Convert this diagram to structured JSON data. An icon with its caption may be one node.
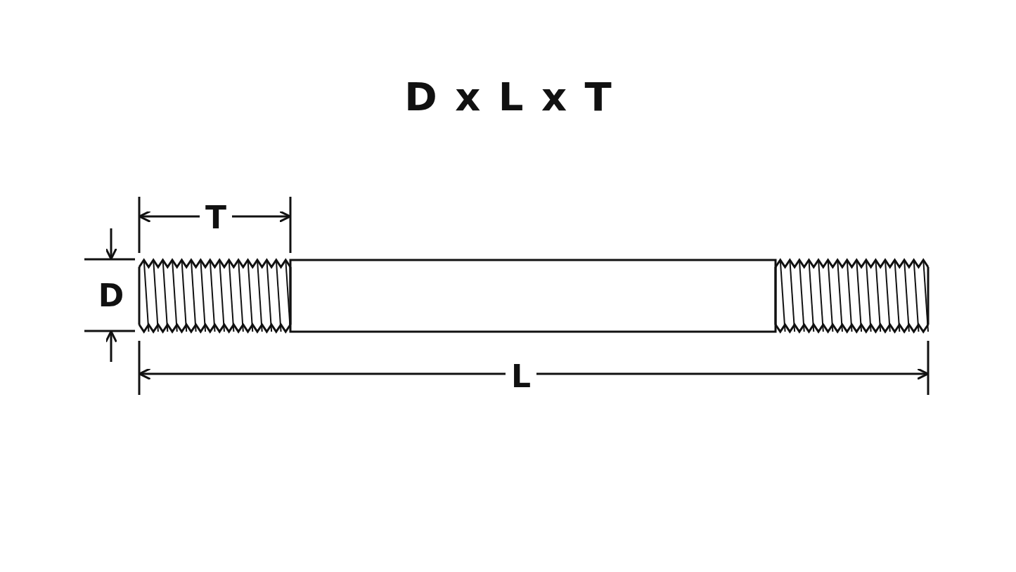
{
  "diagram": {
    "title": "D x L x T",
    "labels": [
      "T",
      "D",
      "L"
    ]
  }
}
